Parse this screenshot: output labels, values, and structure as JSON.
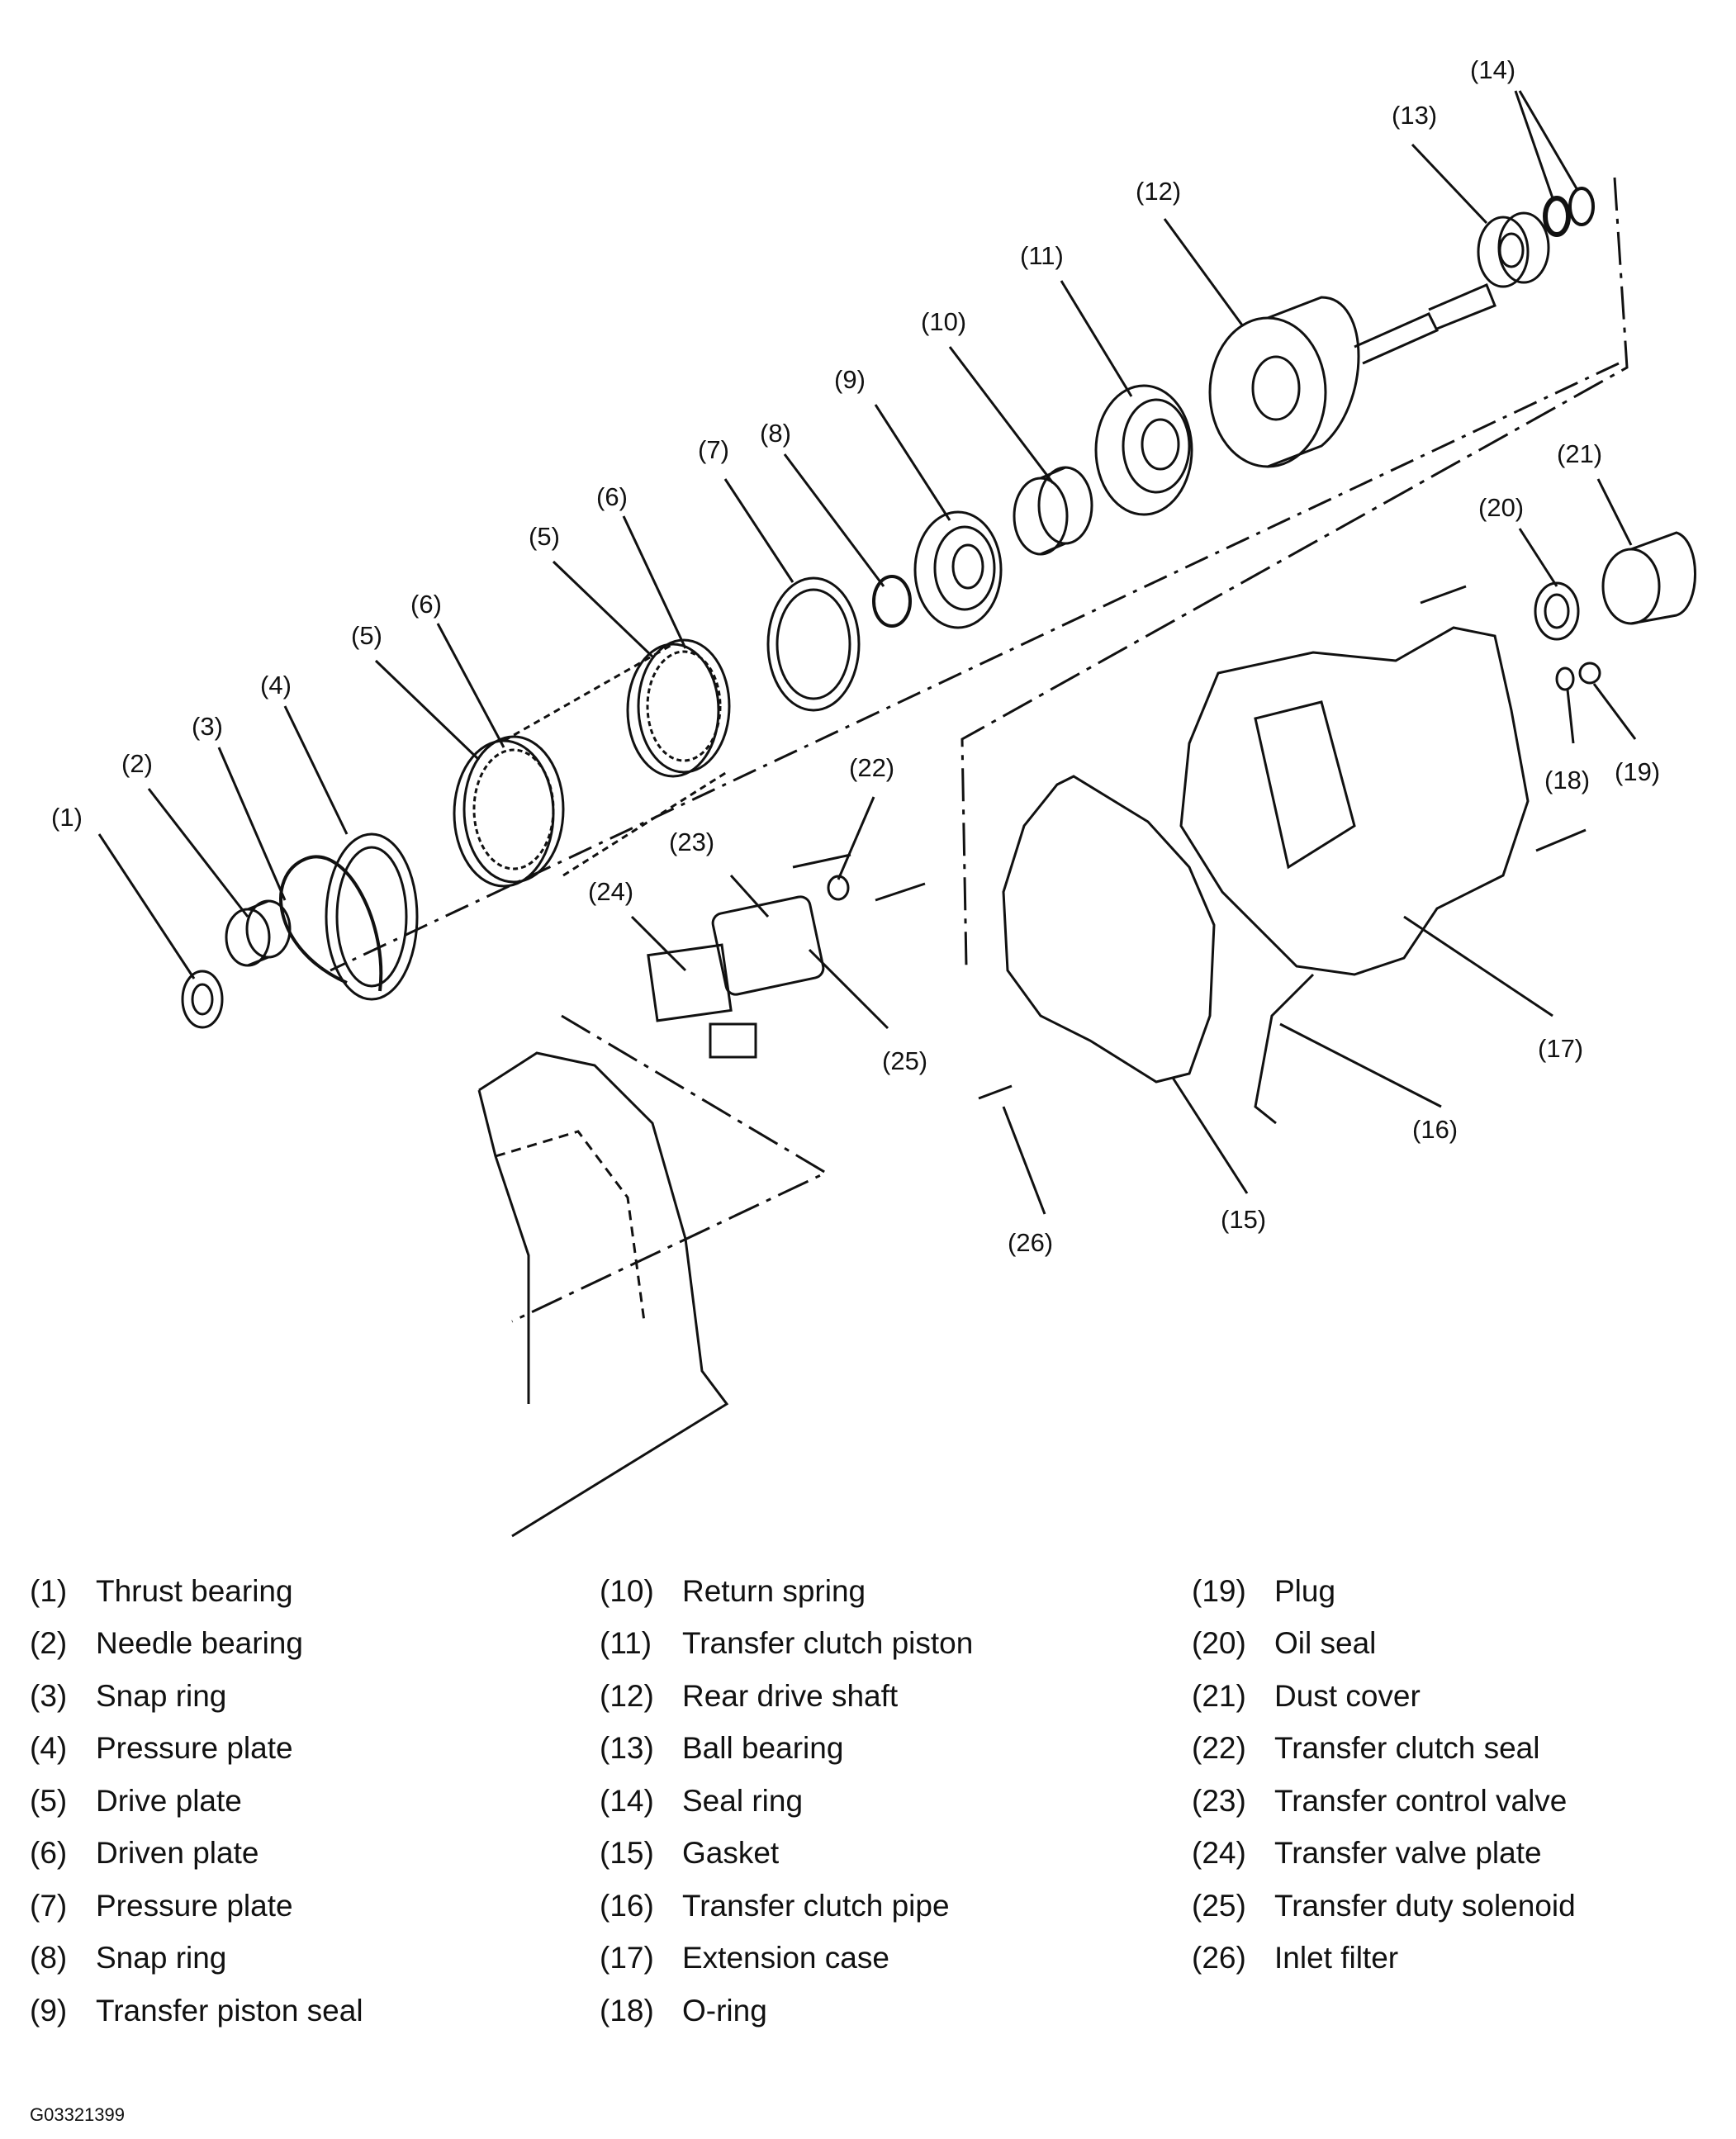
{
  "callouts": [
    "(1)",
    "(2)",
    "(3)",
    "(4)",
    "(5)",
    "(6)",
    "(5)",
    "(6)",
    "(7)",
    "(8)",
    "(9)",
    "(10)",
    "(11)",
    "(12)",
    "(13)",
    "(14)",
    "(20)",
    "(21)",
    "(22)",
    "(23)",
    "(24)",
    "(25)",
    "(18)",
    "(19)",
    "(17)",
    "(16)",
    "(15)",
    "(26)"
  ],
  "legend": {
    "col1": [
      {
        "num": "(1)",
        "label": "Thrust bearing"
      },
      {
        "num": "(2)",
        "label": "Needle bearing"
      },
      {
        "num": "(3)",
        "label": "Snap ring"
      },
      {
        "num": "(4)",
        "label": "Pressure plate"
      },
      {
        "num": "(5)",
        "label": "Drive plate"
      },
      {
        "num": "(6)",
        "label": "Driven plate"
      },
      {
        "num": "(7)",
        "label": "Pressure plate"
      },
      {
        "num": "(8)",
        "label": "Snap ring"
      },
      {
        "num": "(9)",
        "label": "Transfer piston seal"
      }
    ],
    "col2": [
      {
        "num": "(10)",
        "label": "Return spring"
      },
      {
        "num": "(11)",
        "label": "Transfer clutch piston"
      },
      {
        "num": "(12)",
        "label": "Rear drive shaft"
      },
      {
        "num": "(13)",
        "label": "Ball bearing"
      },
      {
        "num": "(14)",
        "label": "Seal ring"
      },
      {
        "num": "(15)",
        "label": "Gasket"
      },
      {
        "num": "(16)",
        "label": "Transfer clutch pipe"
      },
      {
        "num": "(17)",
        "label": "Extension case"
      },
      {
        "num": "(18)",
        "label": "O-ring"
      }
    ],
    "col3": [
      {
        "num": "(19)",
        "label": "Plug"
      },
      {
        "num": "(20)",
        "label": "Oil seal"
      },
      {
        "num": "(21)",
        "label": "Dust cover"
      },
      {
        "num": "(22)",
        "label": "Transfer clutch seal"
      },
      {
        "num": "(23)",
        "label": "Transfer control valve"
      },
      {
        "num": "(24)",
        "label": "Transfer valve plate"
      },
      {
        "num": "(25)",
        "label": "Transfer duty solenoid"
      },
      {
        "num": "(26)",
        "label": "Inlet filter"
      }
    ]
  },
  "figure_code": "G03321399"
}
